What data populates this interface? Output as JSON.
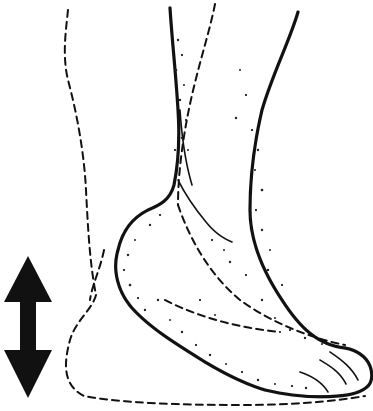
{
  "figure": {
    "subject": "foot-raise-illustration",
    "arrow_icon": "double-vertical-arrow-icon",
    "ink_color": "#111111",
    "paper_color": "#ffffff",
    "positions": [
      "lowered-foot-dashed",
      "raised-foot-solid"
    ]
  }
}
